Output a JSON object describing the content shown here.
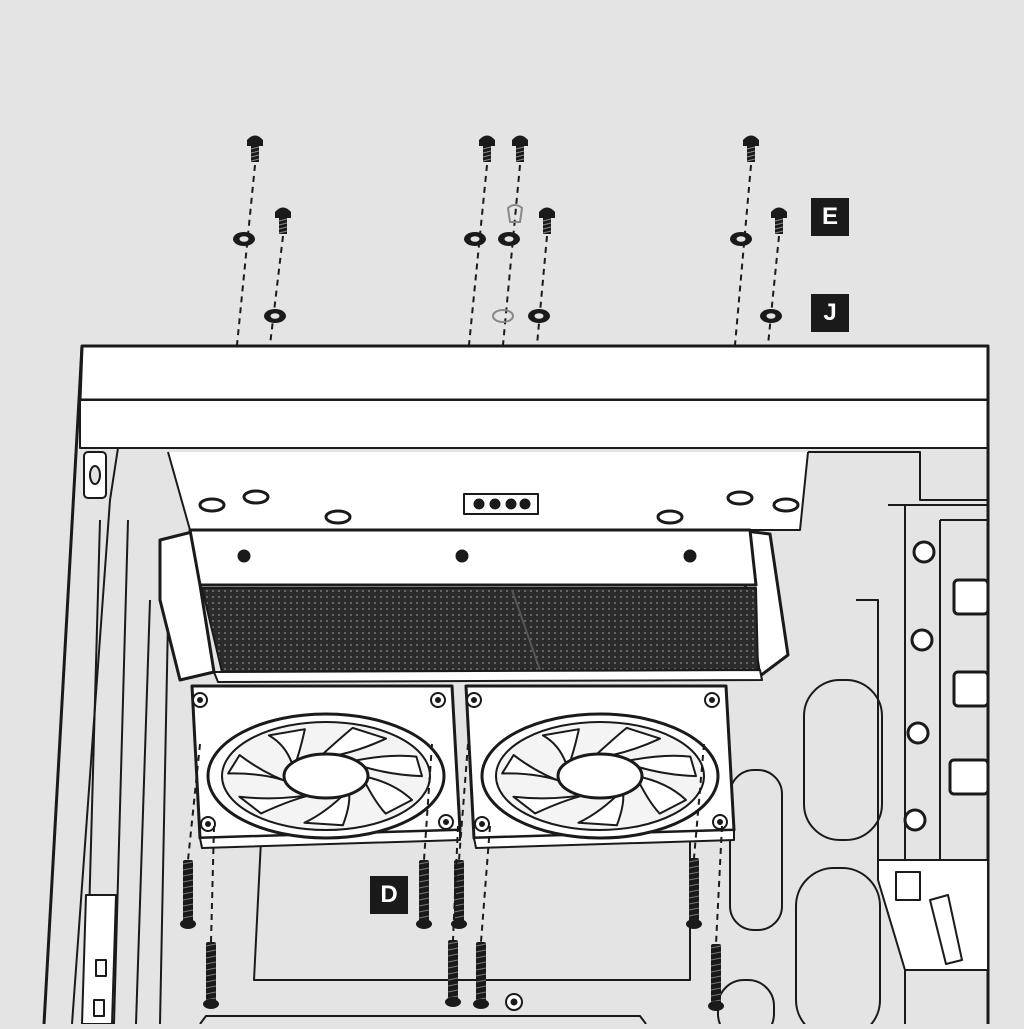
{
  "diagram": {
    "callouts": [
      {
        "id": "callout-e",
        "label": "E",
        "part": "radiator-screw"
      },
      {
        "id": "callout-j",
        "label": "J",
        "part": "washer"
      },
      {
        "id": "callout-d",
        "label": "D",
        "part": "fan-screw"
      }
    ],
    "colors": {
      "background": "#e4e4e4",
      "line": "#1a1a1a",
      "case": "#ffffff",
      "radiator_core": "#2a2a2a",
      "callout_bg": "#1a1a1a",
      "callout_text": "#ffffff"
    },
    "icons": [
      "screw-icon",
      "washer-icon",
      "fan-icon",
      "radiator-icon"
    ]
  }
}
